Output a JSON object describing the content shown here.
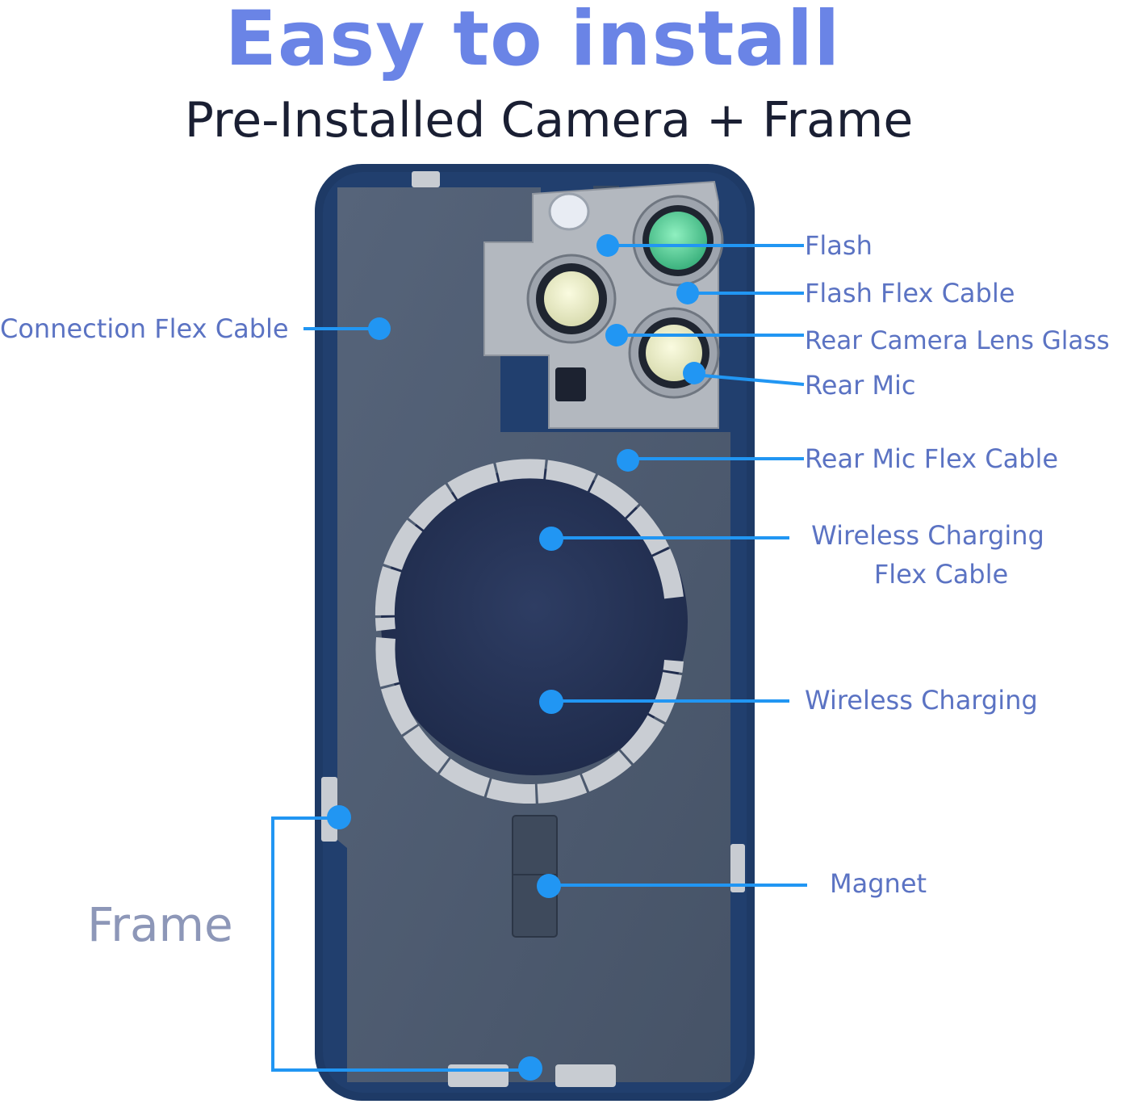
{
  "title": "Easy to install",
  "subtitle": "Pre-Installed Camera + Frame",
  "callouts": {
    "connection_flex_cable": "Connection Flex Cable",
    "flash": "Flash",
    "flash_flex_cable": "Flash Flex Cable",
    "rear_camera_lens_glass": "Rear Camera Lens Glass",
    "rear_mic": "Rear Mic",
    "rear_mic_flex_cable": "Rear Mic Flex Cable",
    "wireless_charging_flex_cable_line1": "Wireless Charging",
    "wireless_charging_flex_cable_line2": "Flex Cable",
    "wireless_charging": "Wireless Charging",
    "magnet": "Magnet",
    "frame": "Frame"
  },
  "colors": {
    "title": "#6a84e6",
    "subtitle": "#1a1f33",
    "label": "#5b73c3",
    "frame_label": "#8d97b8",
    "leader_line": "#2196f3",
    "frame_edge": "#1e3a66",
    "back_panel": "#4d5b6e",
    "charging_ring": "#c9cdd3",
    "camera_plate": "#b3b8bf",
    "lens_green": "#62d49a",
    "lens_cream": "#eef0c8"
  },
  "icons": {
    "device": "phone-back-housing-icon",
    "camera": "camera-lens-icon",
    "flash": "flash-icon",
    "magnet": "magnet-icon",
    "charging": "wireless-charging-ring-icon"
  }
}
